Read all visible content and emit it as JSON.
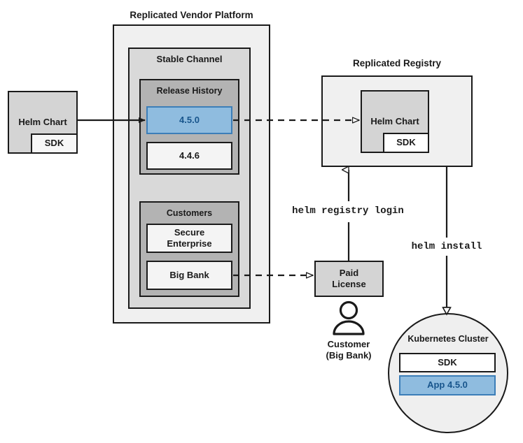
{
  "diagram": {
    "title_vendor_platform": "Replicated Vendor Platform",
    "title_registry": "Replicated Registry",
    "colors": {
      "stroke": "#1a1a1a",
      "platform_fill": "#f0f0f0",
      "channel_fill": "#d9d9d9",
      "group_fill": "#b3b3b3",
      "item_fill": "#f4f4f4",
      "chart_fill": "#d4d4d4",
      "highlight_fill": "#8fbcdf",
      "highlight_text": "#18558c",
      "cluster_fill": "#efefef"
    }
  },
  "source_chart": {
    "label": "Helm Chart",
    "sdk_label": "SDK"
  },
  "vendor_platform": {
    "title": "Replicated Vendor Platform",
    "channel": {
      "title": "Stable Channel",
      "release_history": {
        "title": "Release History",
        "releases": [
          {
            "version": "4.5.0",
            "highlighted": true
          },
          {
            "version": "4.4.6",
            "highlighted": false
          }
        ]
      },
      "customers": {
        "title": "Customers",
        "items": [
          {
            "name": "Secure\nEnterprise"
          },
          {
            "name": "Big Bank"
          }
        ]
      }
    }
  },
  "registry": {
    "title": "Replicated Registry",
    "chart": {
      "label": "Helm Chart",
      "sdk_label": "SDK"
    }
  },
  "license": {
    "label": "Paid\nLicense"
  },
  "customer_actor": {
    "label": "Customer\n(Big Bank)",
    "icon": "person-icon"
  },
  "commands": {
    "registry_login": "helm registry login",
    "install": "helm install"
  },
  "cluster": {
    "title": "Kubernetes Cluster",
    "components": [
      {
        "label": "SDK",
        "highlighted": false
      },
      {
        "label": "App 4.5.0",
        "highlighted": true
      }
    ]
  }
}
